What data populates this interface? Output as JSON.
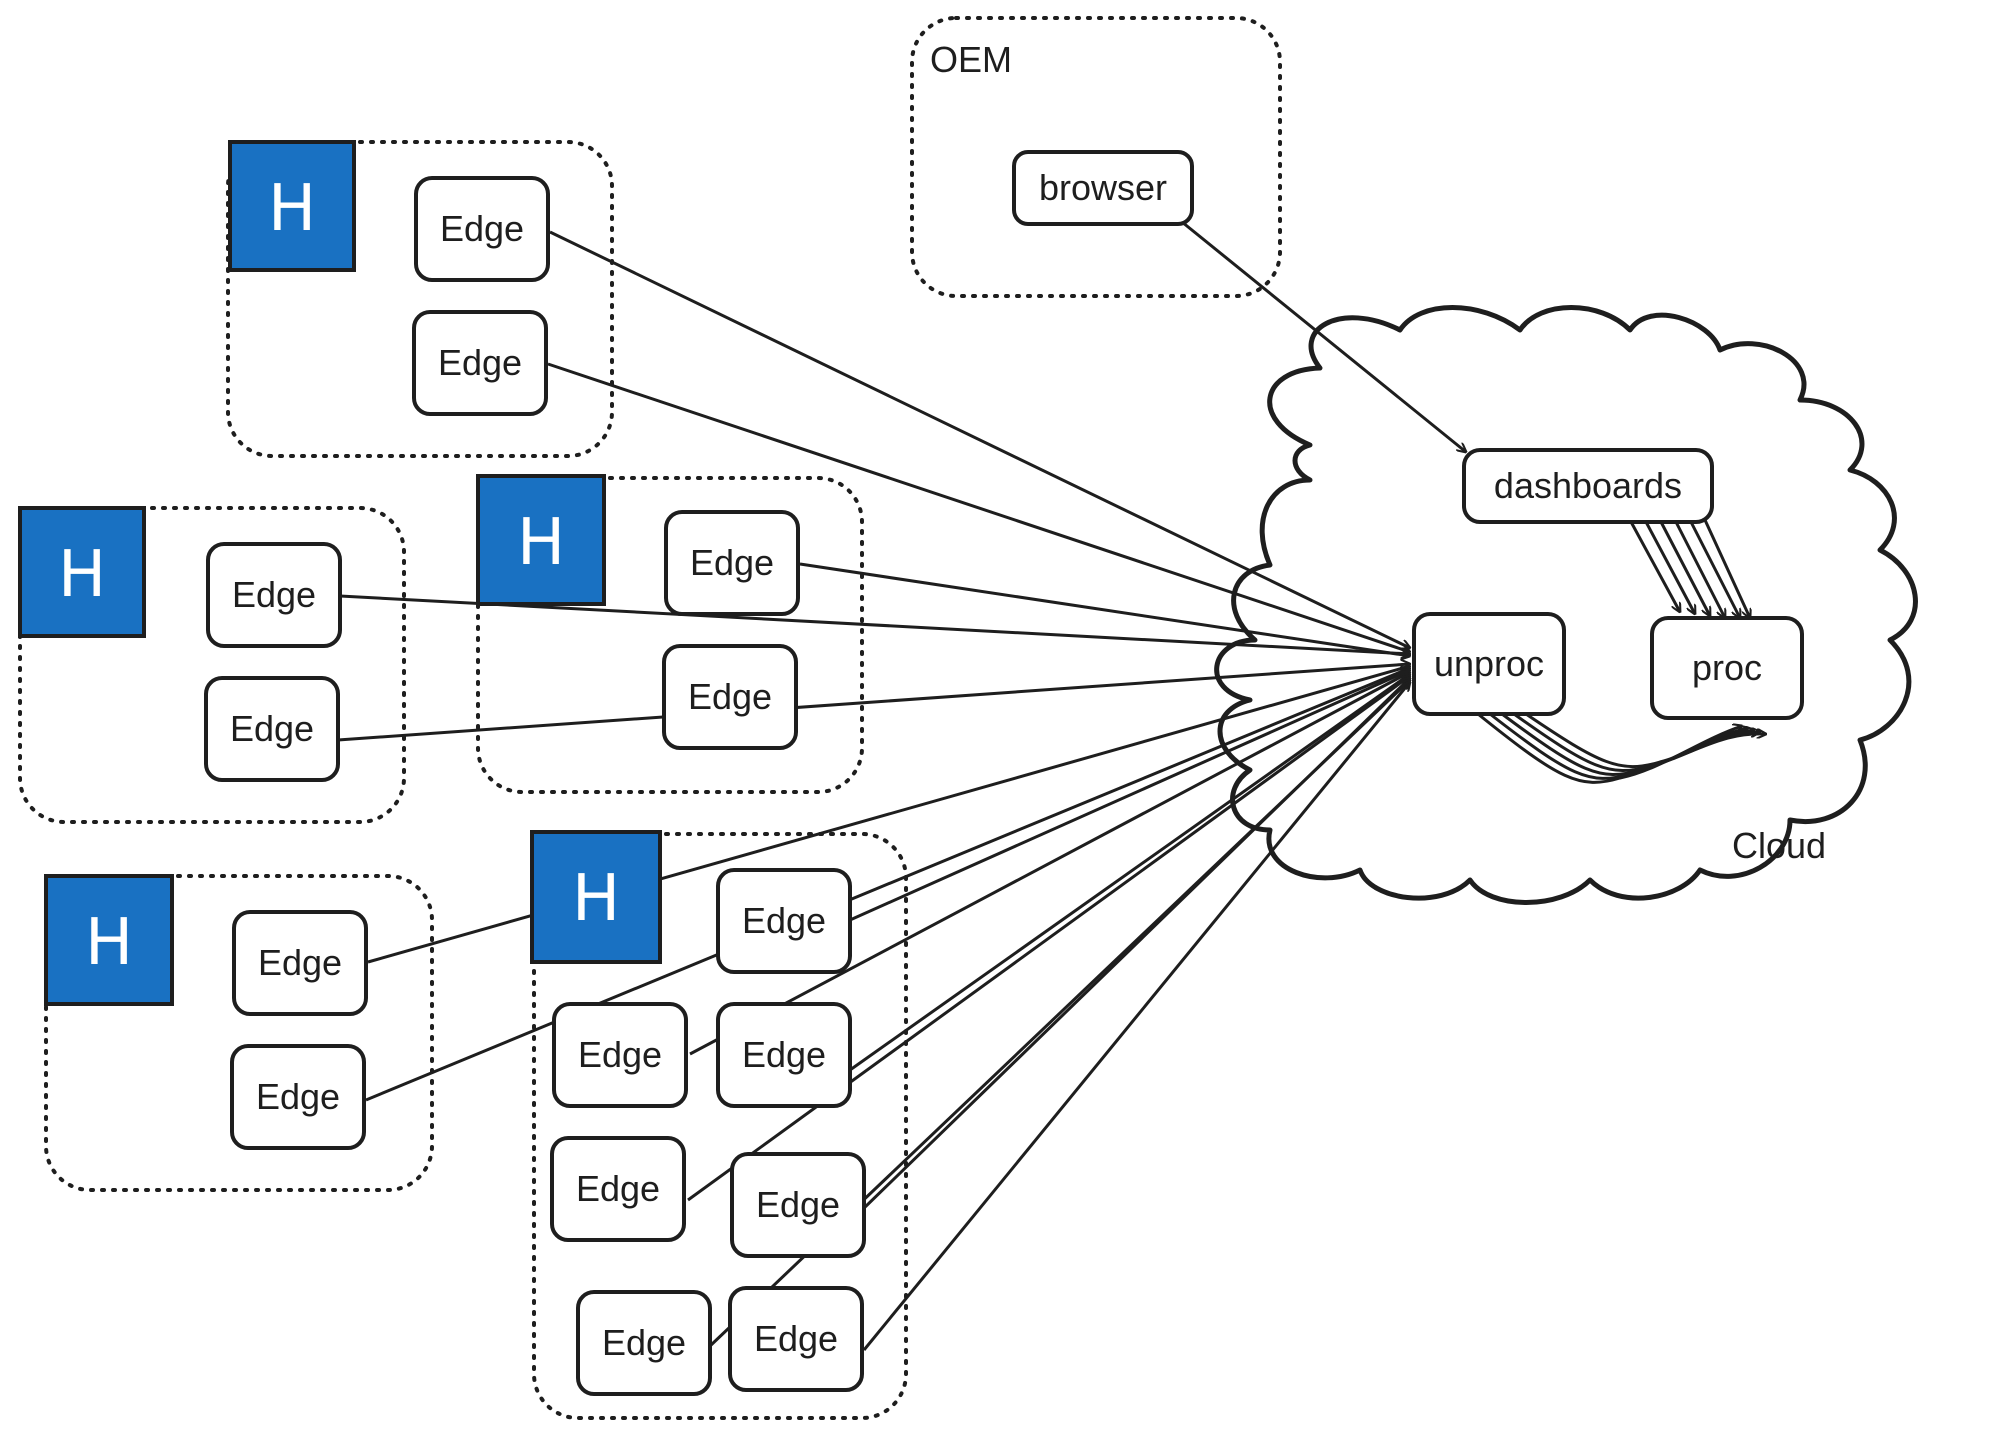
{
  "groups": {
    "oem": {
      "label": "OEM",
      "browser": "browser"
    },
    "cloud": {
      "label": "Cloud",
      "dashboards": "dashboards",
      "unproc": "unproc",
      "proc": "proc"
    },
    "host_marker": "H",
    "edge_label": "Edge"
  },
  "host_groups": [
    {
      "marker": "H",
      "edges": [
        "Edge",
        "Edge"
      ]
    },
    {
      "marker": "H",
      "edges": [
        "Edge",
        "Edge"
      ]
    },
    {
      "marker": "H",
      "edges": [
        "Edge",
        "Edge"
      ]
    },
    {
      "marker": "H",
      "edges": [
        "Edge",
        "Edge"
      ]
    },
    {
      "marker": "H",
      "edges": [
        "Edge",
        "Edge",
        "Edge",
        "Edge",
        "Edge",
        "Edge",
        "Edge"
      ]
    }
  ],
  "colors": {
    "host": "#1971c2",
    "stroke": "#1e1e1e",
    "background": "#ffffff"
  }
}
